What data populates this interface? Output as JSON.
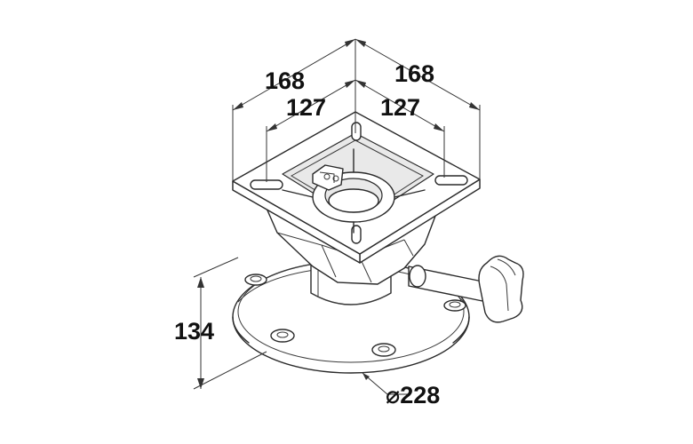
{
  "dimensions": {
    "top_left_outer": "168",
    "top_right_outer": "168",
    "top_left_inner": "127",
    "top_right_inner": "127",
    "height": "134",
    "base_diameter": "⌀228"
  },
  "colors": {
    "line": "#2a2a2a",
    "text": "#111111",
    "background": "#ffffff",
    "shade": "#e9e9e9"
  }
}
